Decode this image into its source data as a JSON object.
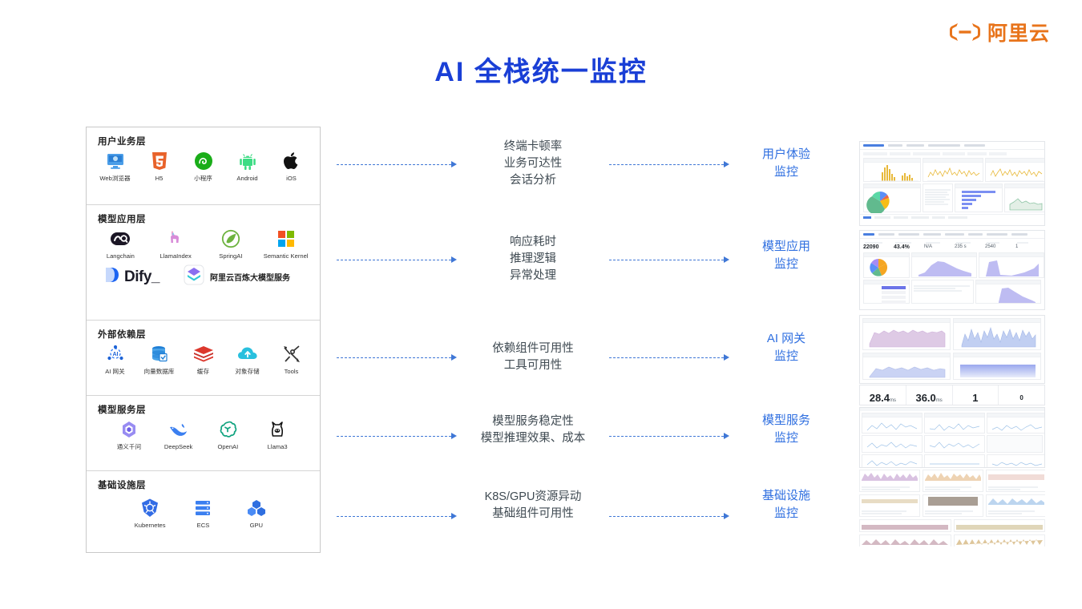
{
  "brand": {
    "logo_text": "阿里云",
    "logo_color": "#E8741B",
    "logo_icon": "alibaba-cloud-logo"
  },
  "page": {
    "title": "AI 全栈统一监控",
    "title_color": "#1a3fd6"
  },
  "stack": {
    "layers": [
      {
        "title": "用户业务层",
        "items": [
          {
            "label": "Web浏览器",
            "icon": "desktop-monitor-icon"
          },
          {
            "label": "H5",
            "icon": "html5-icon"
          },
          {
            "label": "小程序",
            "icon": "wechat-miniprogram-icon"
          },
          {
            "label": "Android",
            "icon": "android-icon"
          },
          {
            "label": "iOS",
            "icon": "apple-icon"
          }
        ]
      },
      {
        "title": "模型应用层",
        "items": [
          {
            "label": "Langchain",
            "icon": "langchain-icon"
          },
          {
            "label": "LlamaIndex",
            "icon": "llamaindex-icon"
          },
          {
            "label": "SpringAI",
            "icon": "spring-leaf-icon"
          },
          {
            "label": "Semantic Kernel",
            "icon": "microsoft-squares-icon"
          }
        ],
        "extra": [
          {
            "label": "Dify_",
            "icon": "dify-icon"
          },
          {
            "label": "阿里云百炼大模型服务",
            "icon": "bailian-icon"
          }
        ]
      },
      {
        "title": "外部依赖层",
        "items": [
          {
            "label": "AI 网关",
            "icon": "ai-gateway-icon"
          },
          {
            "label": "向量数据库",
            "icon": "vector-database-icon"
          },
          {
            "label": "缓存",
            "icon": "redis-cache-icon"
          },
          {
            "label": "对象存储",
            "icon": "object-storage-cloud-icon"
          },
          {
            "label": "Tools",
            "icon": "tools-wrench-icon"
          }
        ]
      },
      {
        "title": "模型服务层",
        "items": [
          {
            "label": "通义千问",
            "icon": "tongyi-qianwen-icon"
          },
          {
            "label": "DeepSeek",
            "icon": "deepseek-whale-icon"
          },
          {
            "label": "OpenAI",
            "icon": "openai-icon"
          },
          {
            "label": "Llama3",
            "icon": "llama3-icon"
          }
        ]
      },
      {
        "title": "基础设施层",
        "items": [
          {
            "label": "Kubernetes",
            "icon": "kubernetes-icon"
          },
          {
            "label": "ECS",
            "icon": "ecs-server-icon"
          },
          {
            "label": "GPU",
            "icon": "gpu-chip-icon"
          }
        ]
      }
    ]
  },
  "rows": [
    {
      "metrics": [
        "终端卡顿率",
        "业务可达性",
        "会话分析"
      ],
      "monitor": [
        "用户体验",
        "监控"
      ]
    },
    {
      "metrics": [
        "响应耗时",
        "推理逻辑",
        "异常处理"
      ],
      "monitor": [
        "模型应用",
        "监控"
      ]
    },
    {
      "metrics": [
        "依赖组件可用性",
        "工具可用性"
      ],
      "monitor": [
        "AI 网关",
        "监控"
      ]
    },
    {
      "metrics": [
        "模型服务稳定性",
        "模型推理效果、成本"
      ],
      "monitor": [
        "模型服务",
        "监控"
      ]
    },
    {
      "metrics": [
        "K8S/GPU资源异动",
        "基础组件可用性"
      ],
      "monitor": [
        "基础设施",
        "监控"
      ]
    }
  ],
  "dashboards": {
    "stat_cards": [
      {
        "value": "28.4",
        "unit": "ms"
      },
      {
        "value": "36.0",
        "unit": "ms"
      },
      {
        "value": "1",
        "unit": ""
      },
      {
        "value": "0",
        "unit": ""
      }
    ]
  },
  "colors": {
    "accent_blue": "#2f6fe0",
    "title_blue": "#1a3fd6",
    "brand_orange": "#E8741B",
    "arrow_blue": "#3f77d6",
    "metric_text": "#3f4a52"
  }
}
